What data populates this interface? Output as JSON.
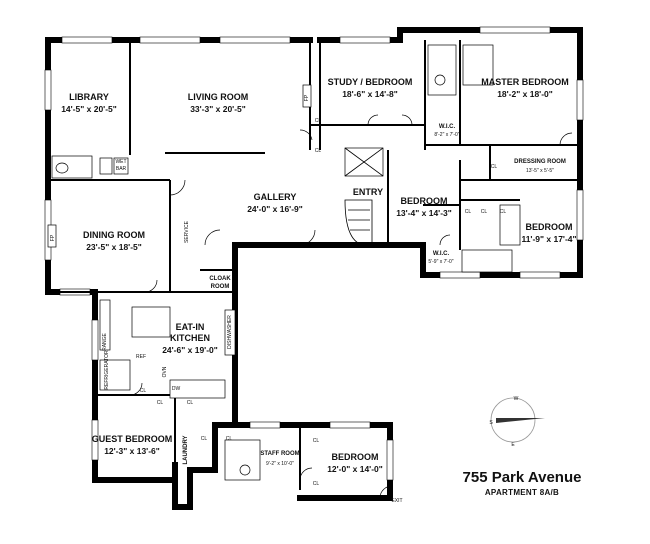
{
  "rooms": {
    "library": {
      "name": "LIBRARY",
      "dims": "14'-5\" x 20'-5\""
    },
    "living": {
      "name": "LIVING ROOM",
      "dims": "33'-3\" x 20'-5\""
    },
    "study": {
      "name": "STUDY / BEDROOM",
      "dims": "18'-6\" x 14'-8\""
    },
    "master": {
      "name": "MASTER BEDROOM",
      "dims": "18'-2\" x 18'-0\""
    },
    "wic_master": {
      "name": "W.I.C.",
      "dims": "8'-2\" x 7'-0\""
    },
    "dressing": {
      "name": "DRESSING ROOM",
      "dims": "13'-5\" x 5'-5\""
    },
    "gallery": {
      "name": "GALLERY",
      "dims": "24'-0\" x 16'-9\""
    },
    "entry": {
      "name": "ENTRY"
    },
    "bedroom_mid": {
      "name": "BEDROOM",
      "dims": "13'-4\" x 14'-3\""
    },
    "bedroom_right": {
      "name": "BEDROOM",
      "dims": "11'-9\" x 17'-4\""
    },
    "wic_small": {
      "name": "W.I.C.",
      "dims": "5'-9\" x 7'-0\""
    },
    "dining": {
      "name": "DINING ROOM",
      "dims": "23'-5\" x 18'-5\""
    },
    "kitchen": {
      "name1": "EAT-IN",
      "name2": "KITCHEN",
      "dims": "24'-6\" x 19'-0\""
    },
    "guest": {
      "name": "GUEST BEDROOM",
      "dims": "12'-3\" x 13'-6\""
    },
    "staff": {
      "name": "STAFF ROOM",
      "dims": "9'-2\" x 10'-0\""
    },
    "bedroom_bottom": {
      "name": "BEDROOM",
      "dims": "12'-0\" x 14'-0\""
    }
  },
  "labels": {
    "service": "SERVICE",
    "cloak1": "CLOAK",
    "cloak2": "ROOM",
    "laundry": "LAUNDRY",
    "wet1": "WET",
    "wet2": "BAR",
    "exit": "EXIT",
    "cl": "CL",
    "fp": "FP",
    "ref": "REF",
    "dw": "DW",
    "ovn": "OVN",
    "range": "RANGE",
    "dishwasher": "DISHWASHER",
    "refrigerator": "REFRIGERATOR"
  },
  "compass": {
    "w": "W",
    "s": "S",
    "e": "E"
  },
  "title": {
    "address": "755 Park Avenue",
    "apartment": "APARTMENT 8A/B"
  }
}
